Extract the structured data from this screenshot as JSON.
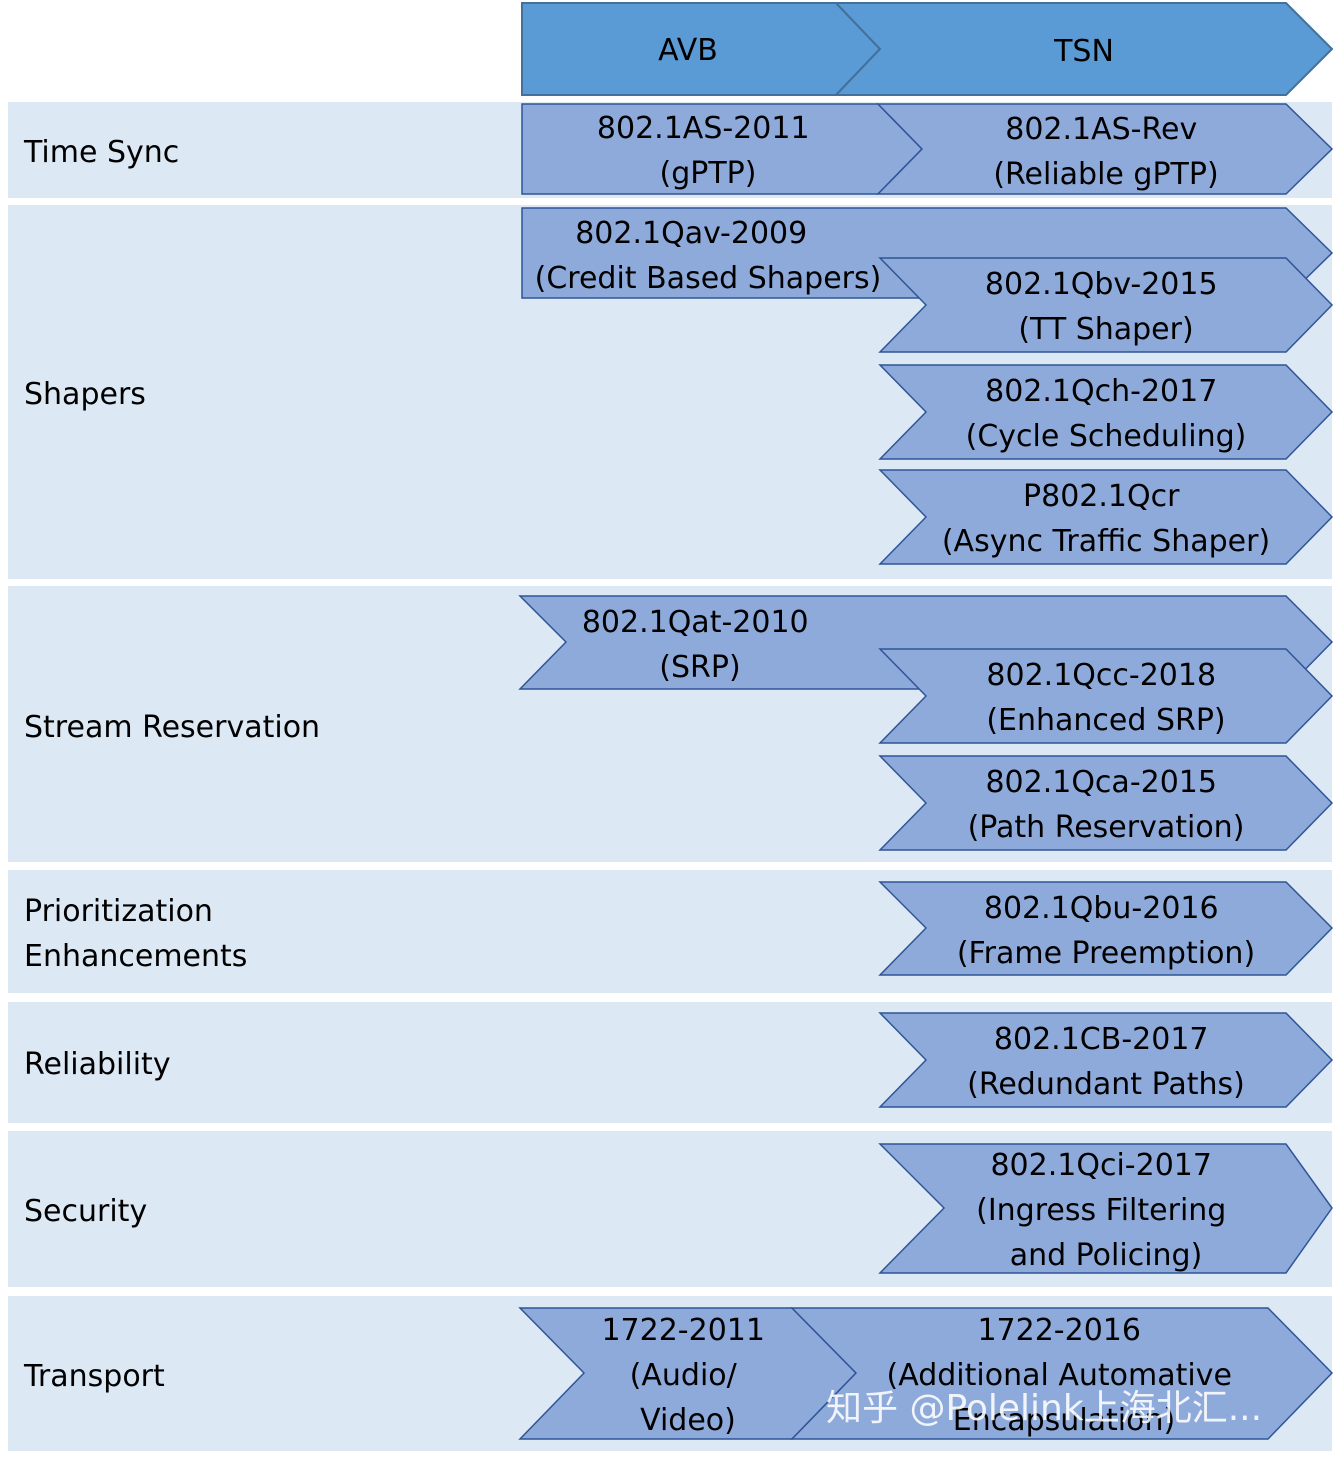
{
  "header": {
    "avb": "AVB",
    "tsn": "TSN"
  },
  "categories": [
    {
      "name": "Time Sync"
    },
    {
      "name": "Shapers"
    },
    {
      "name": "Stream Reservation"
    },
    {
      "name": "Prioritization",
      "name2": "Enhancements"
    },
    {
      "name": "Reliability"
    },
    {
      "name": "Security"
    },
    {
      "name": "Transport"
    }
  ],
  "standards": {
    "as2011": [
      "802.1AS-2011",
      "(gPTP)"
    ],
    "asrev": [
      "802.1AS-Rev",
      "(Reliable gPTP)"
    ],
    "qav": [
      "802.1Qav-2009",
      "(Credit Based Shapers)"
    ],
    "qbv": [
      "802.1Qbv-2015",
      "(TT Shaper)"
    ],
    "qch": [
      "802.1Qch-2017",
      "(Cycle Scheduling)"
    ],
    "qcr": [
      "P802.1Qcr",
      "(Async Traffic Shaper)"
    ],
    "qat": [
      "802.1Qat-2010",
      "(SRP)"
    ],
    "qcc": [
      "802.1Qcc-2018",
      "(Enhanced SRP)"
    ],
    "qca": [
      "802.1Qca-2015",
      "(Path Reservation)"
    ],
    "qbu": [
      "802.1Qbu-2016",
      "(Frame Preemption)"
    ],
    "cb": [
      "802.1CB-2017",
      "(Redundant Paths)"
    ],
    "qci": [
      "802.1Qci-2017",
      "(Ingress Filtering",
      "and Policing)"
    ],
    "t2011": [
      "1722-2011",
      "(Audio/",
      "Video)"
    ],
    "t2016": [
      "1722-2016",
      "(Additional Automative",
      "Encapsulation)"
    ]
  },
  "watermark": "知乎 @Polelink上海北汇..."
}
